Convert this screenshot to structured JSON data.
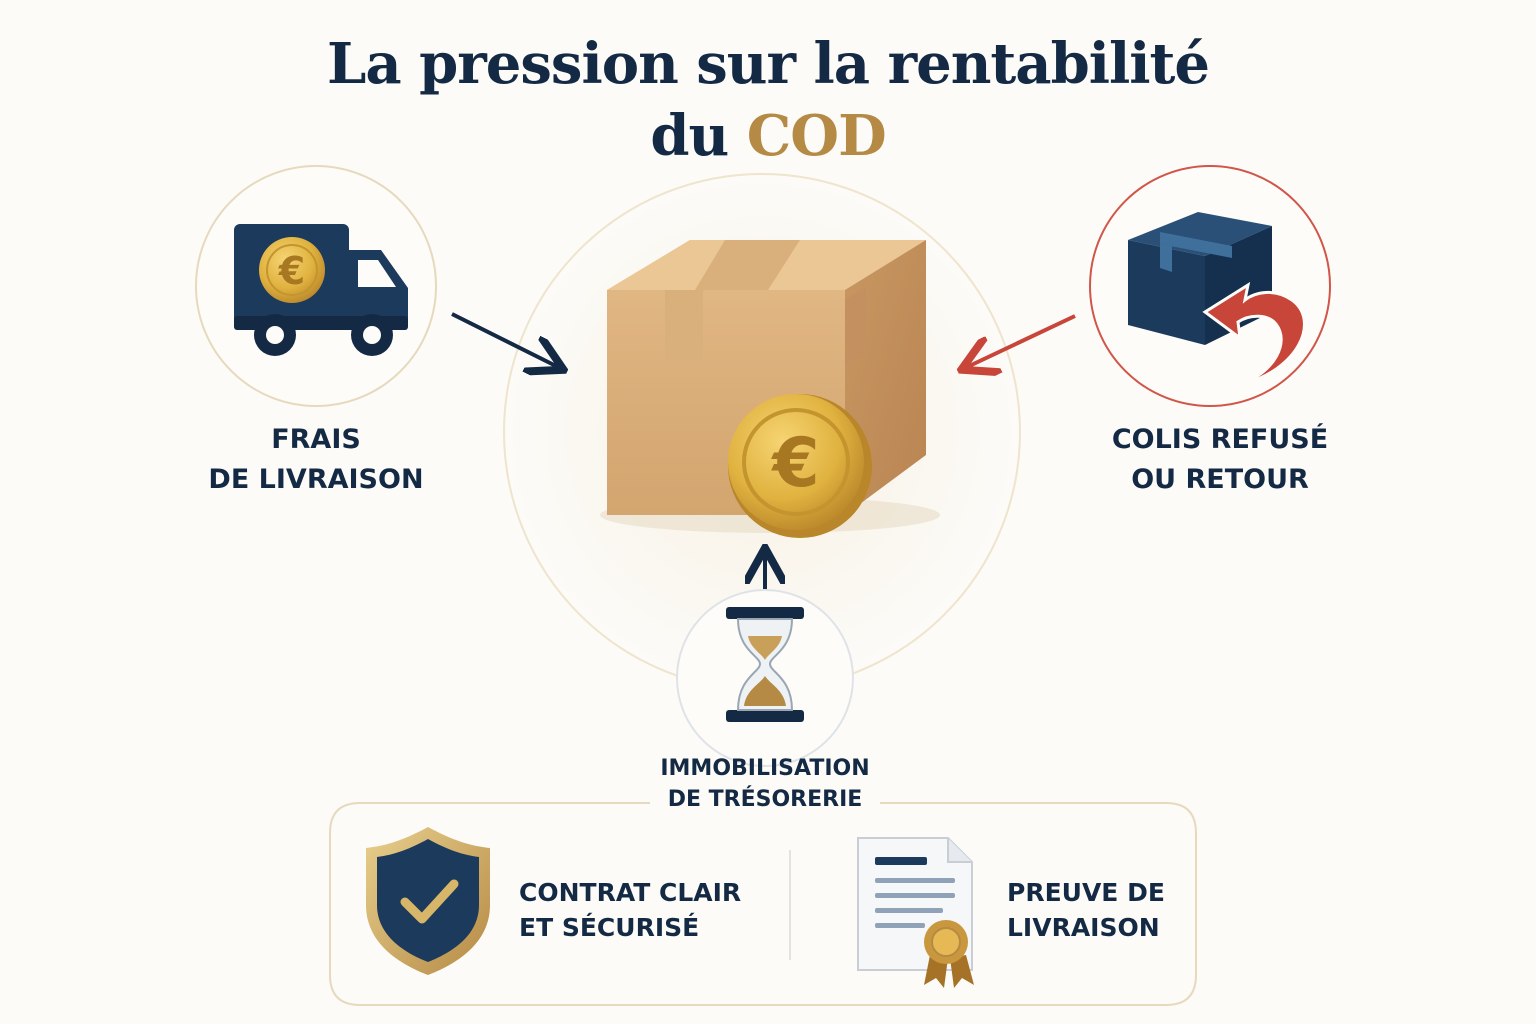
{
  "title": {
    "line1": "La pression sur la rentabilité",
    "line2_prefix": "du",
    "line2_accent": "COD"
  },
  "nodes": {
    "delivery_fees": {
      "line1": "FRAIS",
      "line2": "DE LIVRAISON",
      "icon": "truck-euro-icon"
    },
    "refused_parcel": {
      "line1": "COLIS REFUSÉ",
      "line2": "OU RETOUR",
      "icon": "parcel-return-icon"
    },
    "cash_tied": {
      "line1": "IMMOBILISATION",
      "line2": "DE TRÉSORERIE",
      "icon": "hourglass-icon"
    },
    "center": {
      "icon": "parcel-coin-icon"
    }
  },
  "solutions": [
    {
      "line1": "CONTRAT CLAIR",
      "line2": "ET SÉCURISÉ",
      "icon": "shield-check-icon"
    },
    {
      "line1": "PREUVE DE",
      "line2": "LIVRAISON",
      "icon": "certificate-document-icon"
    }
  ],
  "colors": {
    "navy": "#142a44",
    "gold": "#b58a45",
    "red": "#c8453a",
    "background": "#fcfbf8"
  }
}
